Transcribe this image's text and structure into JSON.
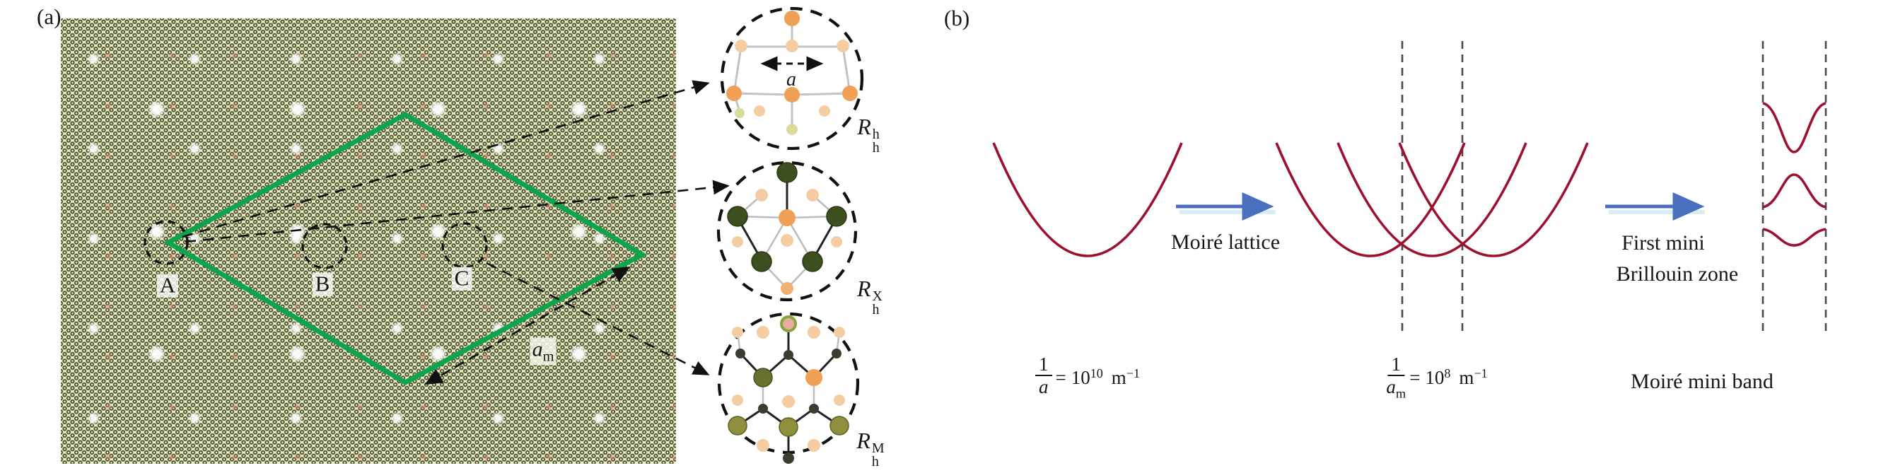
{
  "panel_a": {
    "label": "(a)",
    "sites": [
      "A",
      "B",
      "C"
    ],
    "lattice_constant": "a",
    "moire_vector": {
      "base": "a",
      "sub": "m"
    },
    "insets": [
      {
        "base": "R",
        "sub": "h",
        "sup": "h"
      },
      {
        "base": "R",
        "sub": "h",
        "sup": "X"
      },
      {
        "base": "R",
        "sub": "h",
        "sup": "M"
      }
    ]
  },
  "panel_b": {
    "label": "(b)",
    "step1_label": "Moiré lattice",
    "step2_label_line1": "First mini",
    "step2_label_line2": "Brillouin zone",
    "miniband_label": "Moiré mini band",
    "formula_atomic": {
      "numerator": "1",
      "denominator": "a",
      "denominator_sub": "",
      "equals": "=",
      "base": "10",
      "exponent": "10",
      "unit": "m",
      "unit_exponent": "−1"
    },
    "formula_moire": {
      "numerator": "1",
      "denominator": "a",
      "denominator_sub": "m",
      "equals": "=",
      "base": "10",
      "exponent": "8",
      "unit": "m",
      "unit_exponent": "−1"
    }
  },
  "colors": {
    "unit_cell_green": "#0ca44c",
    "band_red": "#9c1030",
    "arrow_blue": "#4a6fbe",
    "lattice_bg": "#ecefca"
  }
}
